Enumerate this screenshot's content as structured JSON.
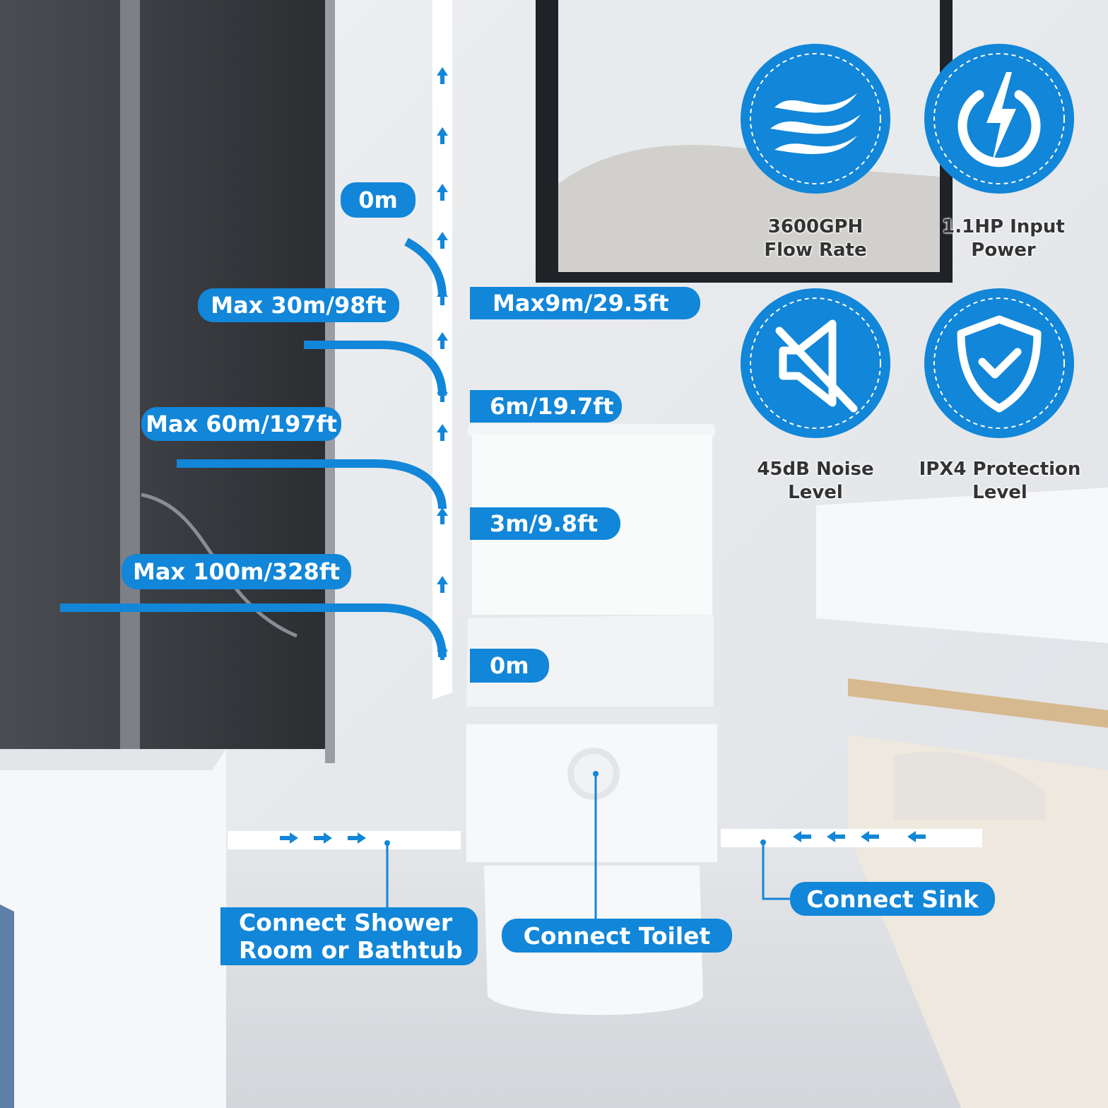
{
  "colors": {
    "accent": "#1286d8",
    "pipe": "#ffffff",
    "label_text": "#ffffff",
    "feature_text": "#333333"
  },
  "height_labels": {
    "top": "0m",
    "max9": "Max9m/29.5ft",
    "h6": "6m/19.7ft",
    "h3": "3m/9.8ft",
    "h0": "0m"
  },
  "distance_labels": {
    "d30": "Max 30m/98ft",
    "d60": "Max 60m/197ft",
    "d100": "Max 100m/328ft"
  },
  "connections": {
    "shower_line1": "Connect Shower",
    "shower_line2": "Room or Bathtub",
    "toilet": "Connect Toilet",
    "sink": "Connect Sink"
  },
  "features": [
    {
      "icon": "waves-icon",
      "line1": "3600GPH",
      "line2": "Flow Rate"
    },
    {
      "icon": "power-bolt-icon",
      "line1": "1.1HP Input",
      "line2": "Power"
    },
    {
      "icon": "mute-speaker-icon",
      "line1": "45dB Noise",
      "line2": "Level"
    },
    {
      "icon": "shield-check-icon",
      "line1": "IPX4 Protection",
      "line2": "Level"
    }
  ]
}
